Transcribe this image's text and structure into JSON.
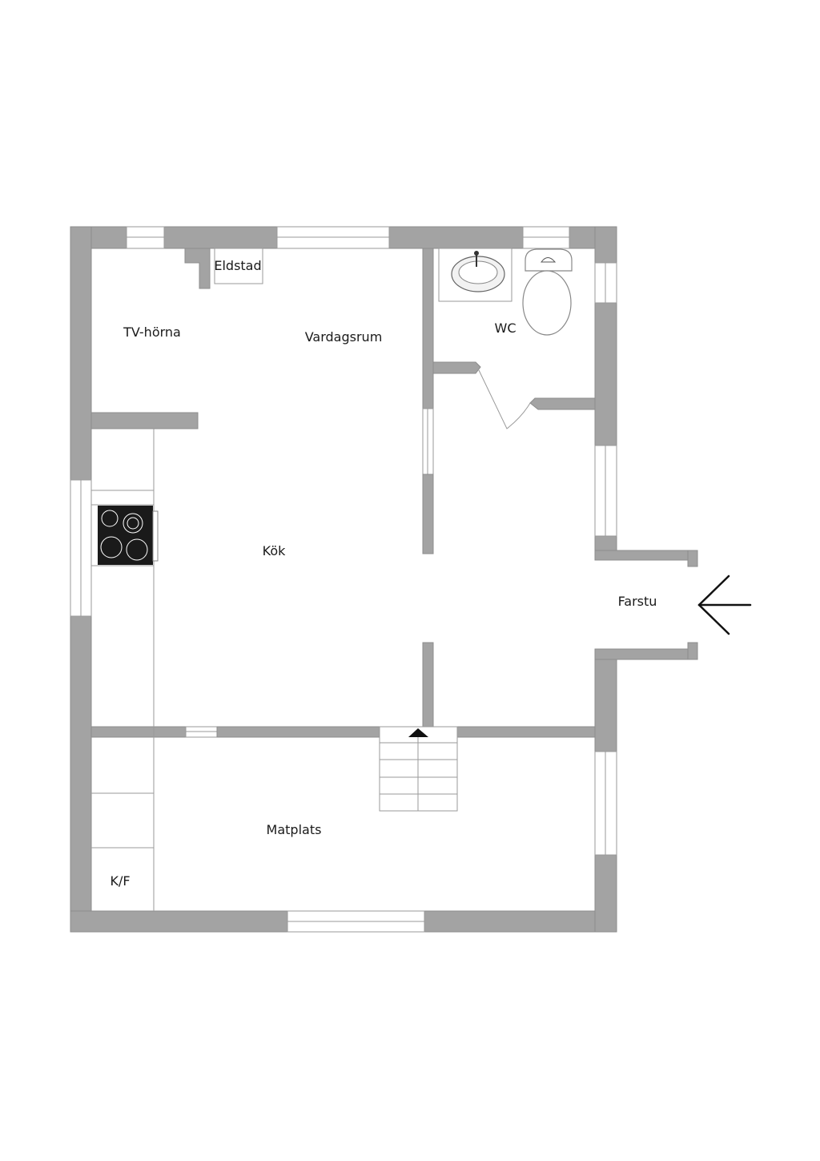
{
  "rooms": {
    "eldstad": "Eldstad",
    "tv_horna": "TV-hörna",
    "vardagsrum": "Vardagsrum",
    "wc": "WC",
    "kok": "Kök",
    "farstu": "Farstu",
    "matplats": "Matplats",
    "kf": "K/F"
  },
  "colors": {
    "wall": "#a3a3a3",
    "stove": "#1a1a1a",
    "background": "#ffffff"
  }
}
